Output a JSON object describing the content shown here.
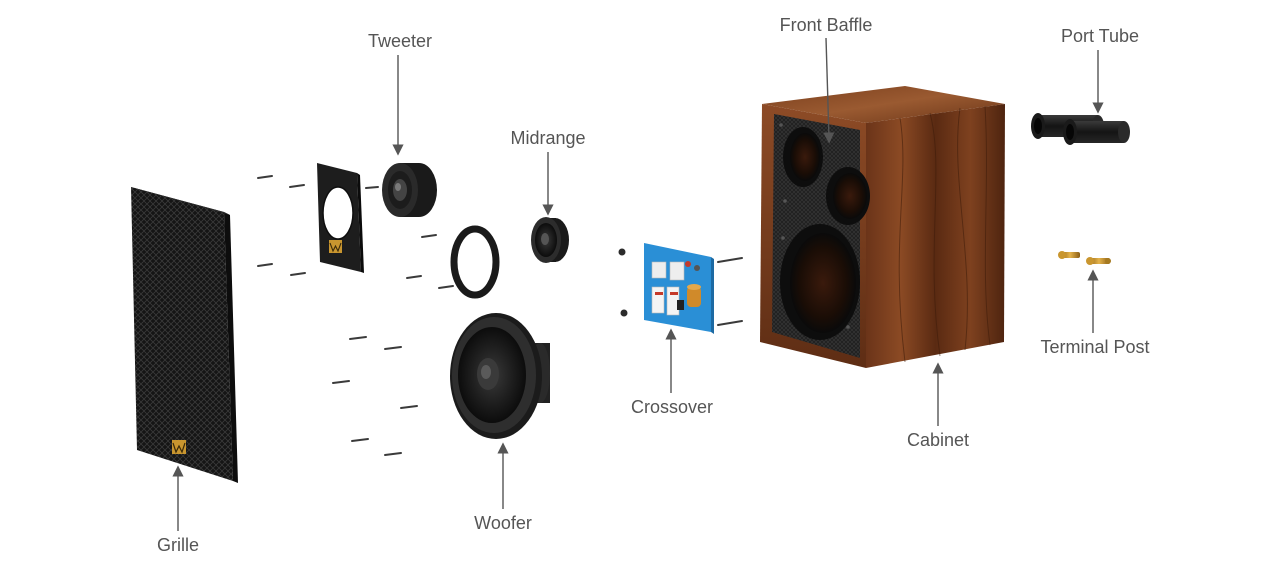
{
  "labels": {
    "tweeter": "Tweeter",
    "midrange": "Midrange",
    "front_baffle": "Front Baffle",
    "port_tube": "Port Tube",
    "terminal_post": "Terminal Post",
    "cabinet": "Cabinet",
    "crossover": "Crossover",
    "woofer": "Woofer",
    "grille": "Grille"
  },
  "logo_text": "W",
  "colors": {
    "label_text": "#555555",
    "arrow": "#555555",
    "wood_dark": "#5a2f17",
    "wood_light": "#8a4e2a",
    "baffle_black": "#1c1c1c",
    "grille_black": "#1a1a1a",
    "logo_gold": "#c9962f",
    "pcb_blue": "#2a8fd6"
  }
}
